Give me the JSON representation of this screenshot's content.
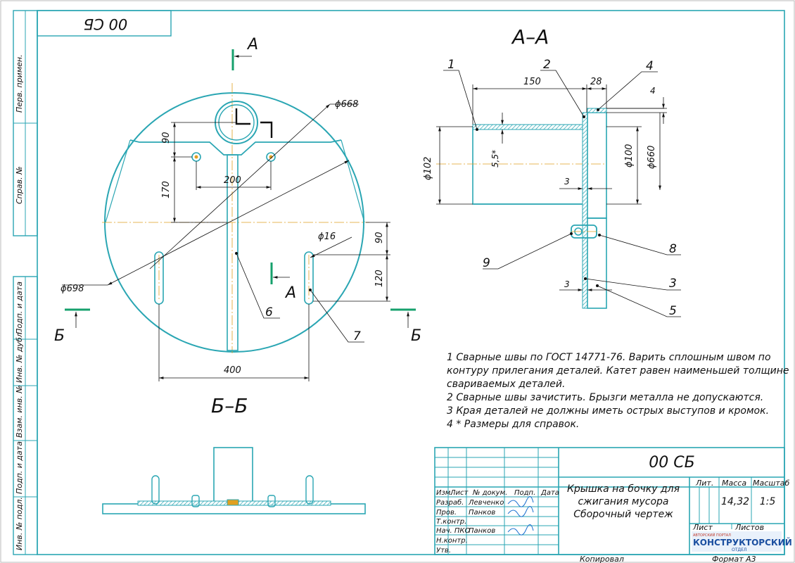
{
  "stamp_top": "00 СБ",
  "side_labels": [
    "Перв. примен.",
    "Справ. №",
    "Подп. и дата",
    "Инв. № дубл.",
    "Взам. инв. №",
    "Подп. и дата",
    "Инв. № подл."
  ],
  "views": {
    "aa_title": "А–А",
    "bb_title": "Б–Б",
    "cut_a": "А",
    "cut_b": "Б"
  },
  "dimensions": {
    "d668": "ϕ668",
    "d698": "ϕ698",
    "d16": "ϕ16",
    "d102": "ϕ102",
    "d100": "ϕ100",
    "d660": "ϕ660",
    "h90_top": "90",
    "h170": "170",
    "w200": "200",
    "h90_slot": "90",
    "h120": "120",
    "w400": "400",
    "w150": "150",
    "w28": "28",
    "t4": "4",
    "t55": "5,5*",
    "t3a": "3",
    "t3b": "3"
  },
  "callouts": [
    "1",
    "2",
    "3",
    "4",
    "5",
    "6",
    "7",
    "8",
    "9"
  ],
  "notes": [
    "1 Сварные швы по ГОСТ 14771-76. Варить сплошным швом по",
    "контуру прилегания деталей. Катет равен наименьшей толщине",
    "свариваемых деталей.",
    "2  Сварные швы зачистить. Брызги металла не допускаются.",
    "3 Края деталей не должны иметь острых выступов и кромок.",
    "4  * Размеры для справок."
  ],
  "title_block": {
    "designation": "00 СБ",
    "name_lines": [
      "Крышка на бочку для",
      "сжигания мусора",
      "Сборочный чертеж"
    ],
    "col_headers": [
      "Изм.",
      "Лист",
      "№ докум.",
      "Подп.",
      "Дата"
    ],
    "roles": [
      "Разраб.",
      "Пров.",
      "Т.контр.",
      "Нач. ПКО",
      "Н.контр.",
      "Утв."
    ],
    "names": [
      "Левченко",
      "Панков",
      "",
      "Панков",
      "",
      ""
    ],
    "lit": "Лит.",
    "mass_label": "Масса",
    "mass": "14,32",
    "scale_label": "Масштаб",
    "scale": "1:5",
    "sheet_label": "Лист",
    "sheets_label": "Листов",
    "logo_top": "АВТОРСКИЙ ПОРТАЛ",
    "logo_main": "КОНСТРУКТОРСКИЙ",
    "logo_sub": "ОТДЕЛ",
    "copied": "Копировал",
    "format": "Формат   А3"
  }
}
